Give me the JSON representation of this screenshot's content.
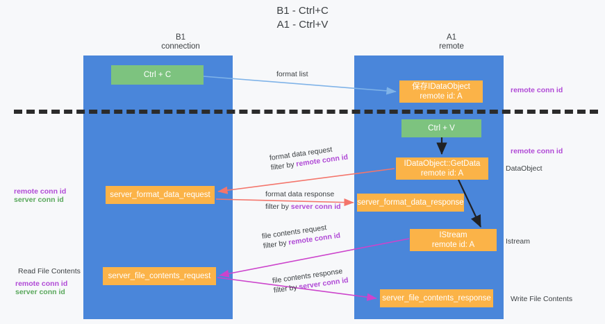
{
  "title": {
    "line1": "B1 - Ctrl+C",
    "line2": "A1 - Ctrl+V"
  },
  "columns": {
    "b1": {
      "name": "B1",
      "role": "connection"
    },
    "a1": {
      "name": "A1",
      "role": "remote"
    }
  },
  "colors": {
    "lane": "#4a86da",
    "green_node": "#7dc37f",
    "orange_node": "#fbb348",
    "separator": "#2b2b2b",
    "highlight_purple": "#b04ad6",
    "highlight_green": "#5aa85c",
    "arrow_blue": "#7fb3e8",
    "arrow_red": "#f4756b",
    "arrow_magenta": "#cc44cc",
    "arrow_black": "#202124",
    "background": "#f7f8fa"
  },
  "nodes": {
    "ctrl_c": {
      "label": "Ctrl + C"
    },
    "idataobject": {
      "line1": "保存IDataObject",
      "line2": "remote id: A"
    },
    "ctrl_v": {
      "label": "Ctrl + V"
    },
    "getdata": {
      "line1": "IDataObject::GetData",
      "line2": "remote id: A"
    },
    "server_format_data_request": {
      "label": "server_format_data_request"
    },
    "server_format_data_response": {
      "label": "server_format_data_response"
    },
    "istream": {
      "line1": "IStream",
      "line2": "remote id: A"
    },
    "server_file_contents_request": {
      "label": "server_file_contents_request"
    },
    "server_file_contents_response": {
      "label": "server_file_contents_response"
    }
  },
  "edge_labels": {
    "format_list": "format list",
    "format_data_request": {
      "line1": "format data request",
      "prefix": "filter by ",
      "highlight": "remote conn id"
    },
    "format_data_response": {
      "line1": "format data response",
      "prefix": "filter by ",
      "highlight": "server conn id"
    },
    "file_contents_request": {
      "line1": "file contents request",
      "prefix": "filter by ",
      "highlight": "remote conn id"
    },
    "file_contents_response": {
      "line1": "file contents response",
      "prefix": "filter by ",
      "highlight": "server conn id"
    }
  },
  "annotations": {
    "right": {
      "remote_conn_id_top": "remote conn id",
      "remote_conn_id_mid": "remote conn id",
      "dataobject": "DataObject",
      "istream": "Istream",
      "write_file_contents": "Write File Contents"
    },
    "left": {
      "remote_conn_id": "remote conn id",
      "server_conn_id": "server conn id",
      "read_file_contents": "Read File Contents",
      "remote_conn_id_2": "remote conn id",
      "server_conn_id_2": "server conn id"
    }
  }
}
